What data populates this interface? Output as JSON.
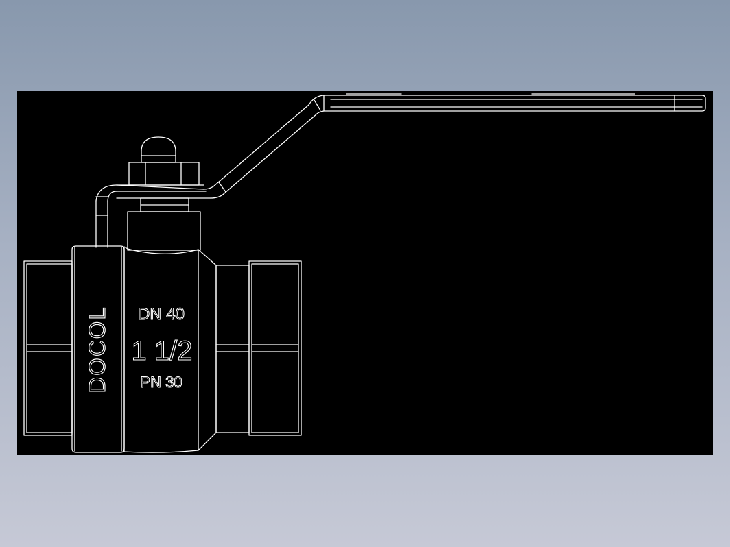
{
  "drawing": {
    "background_color": "#000000",
    "line_color": "#ffffff",
    "brand_label": "DOCOL",
    "nominal_diameter_label": "DN 40",
    "size_label": "1 1/2",
    "pressure_label": "PN 30"
  }
}
